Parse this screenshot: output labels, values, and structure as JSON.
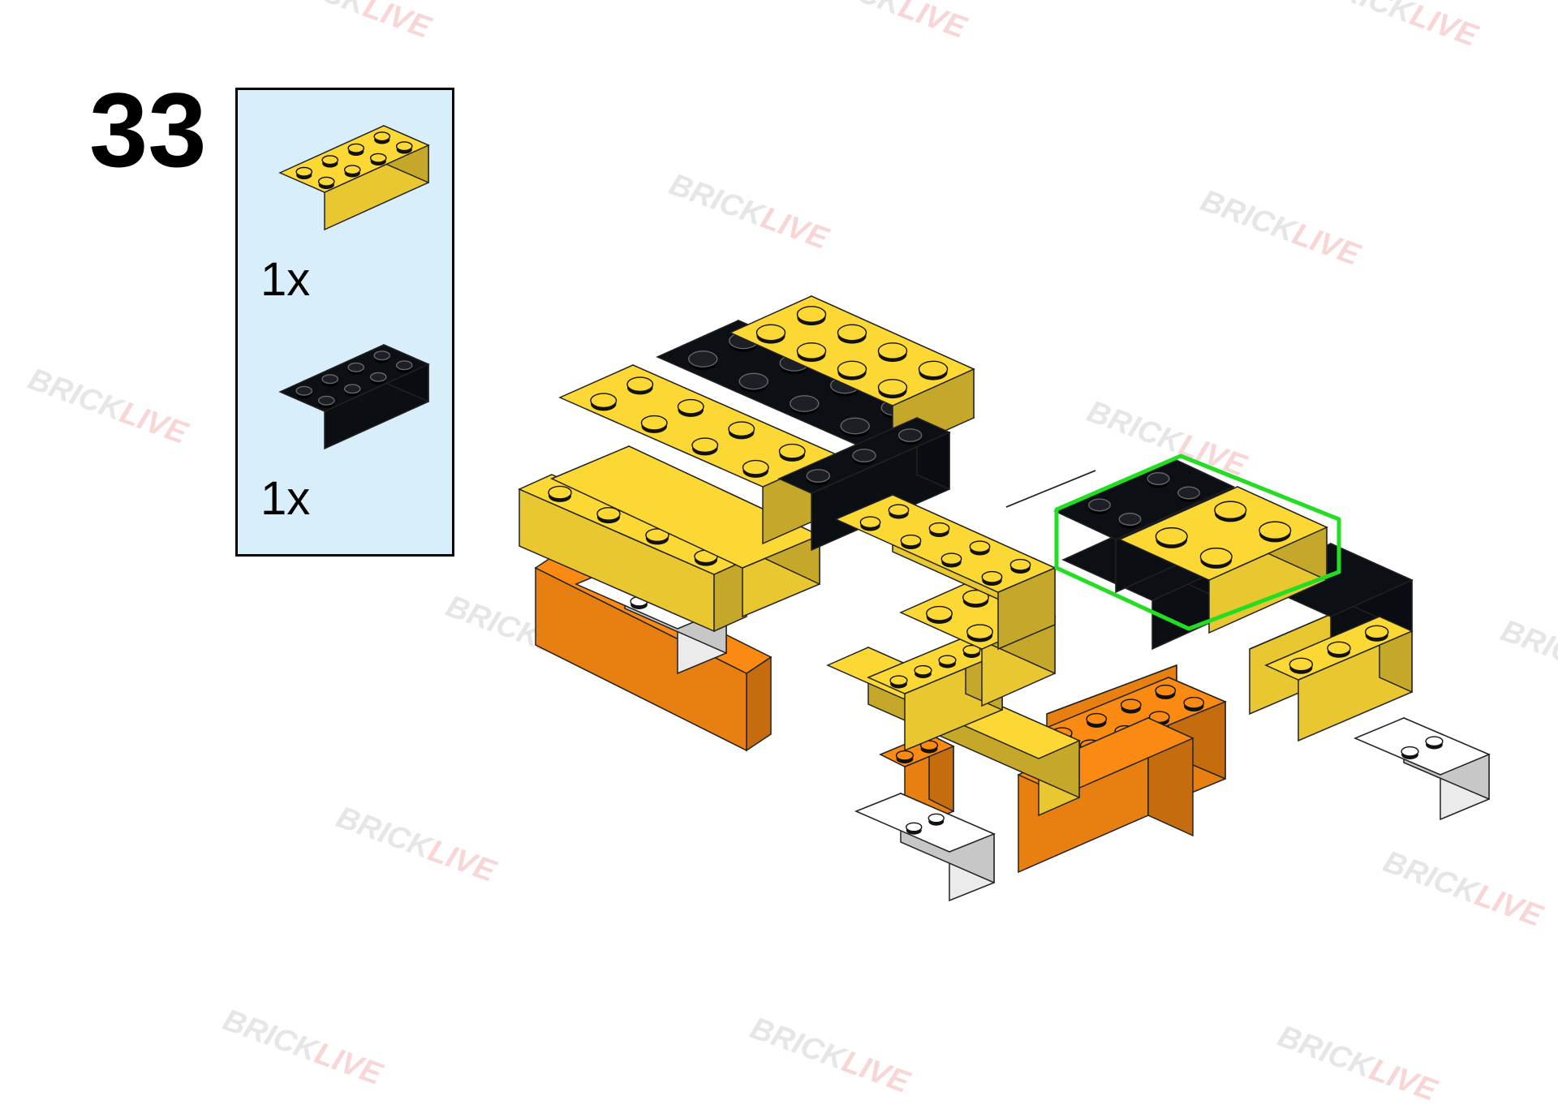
{
  "step": {
    "number": "33"
  },
  "parts": [
    {
      "name": "2x4 brick",
      "color": "#fcd835",
      "quantity": "1x"
    },
    {
      "name": "2x4 brick",
      "color": "#0c0f14",
      "quantity": "1x"
    }
  ],
  "watermark": {
    "text_a": "BRICK",
    "text_b": "LIVE"
  },
  "colors": {
    "yellow": "#fcd835",
    "black": "#0c0f14",
    "orange": "#fb8a12",
    "white": "#ffffff",
    "highlight": "#22dd22",
    "panel": "#d9eefb"
  }
}
